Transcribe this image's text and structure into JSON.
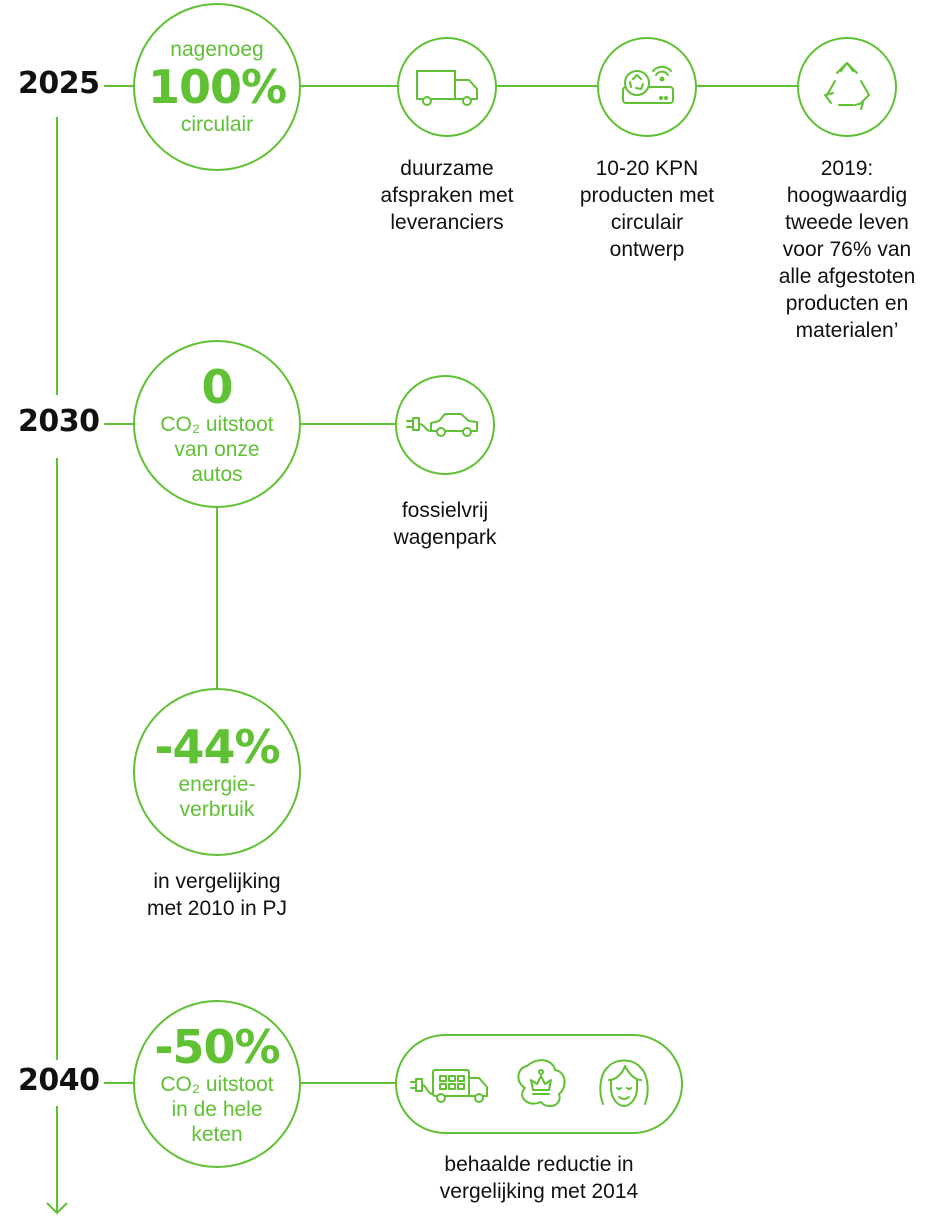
{
  "accent_color": "#5fc133",
  "text_color": "#111111",
  "milestones": [
    {
      "year": "2025",
      "target": {
        "value": "100%",
        "above": "nagenoeg",
        "below": "circulair"
      },
      "items": [
        {
          "icon": "truck-icon",
          "caption": [
            "duurzame",
            "afspraken met",
            "leveranciers"
          ]
        },
        {
          "icon": "recycle-router-icon",
          "caption": [
            "10-20 KPN",
            "producten met",
            "circulair",
            "ontwerp"
          ]
        },
        {
          "icon": "recycle-icon",
          "caption": [
            "2019:",
            "hoogwaardig",
            "tweede leven",
            "voor 76% van",
            "alle afgestoten",
            "producten en",
            "materialen’"
          ]
        }
      ]
    },
    {
      "year": "2030",
      "target": {
        "value": "0",
        "lines": [
          "CO₂ uitstoot",
          "van onze",
          "autos"
        ]
      },
      "items": [
        {
          "icon": "electric-car-icon",
          "caption": [
            "fossielvrij",
            "wagenpark"
          ]
        }
      ],
      "sub_target": {
        "value": "-44%",
        "lines": [
          "energie-",
          "verbruik"
        ],
        "caption": [
          "in vergelijking",
          "met 2010 in PJ"
        ]
      }
    },
    {
      "year": "2040",
      "target": {
        "value": "-50%",
        "lines": [
          "CO₂ uitstoot",
          "in de hele",
          "keten"
        ]
      },
      "group_icons": [
        "electric-truck-icon",
        "royal-crown-icon",
        "woman-face-icon"
      ],
      "caption": [
        "behaalde reductie in",
        "vergelijking met 2014"
      ]
    }
  ]
}
